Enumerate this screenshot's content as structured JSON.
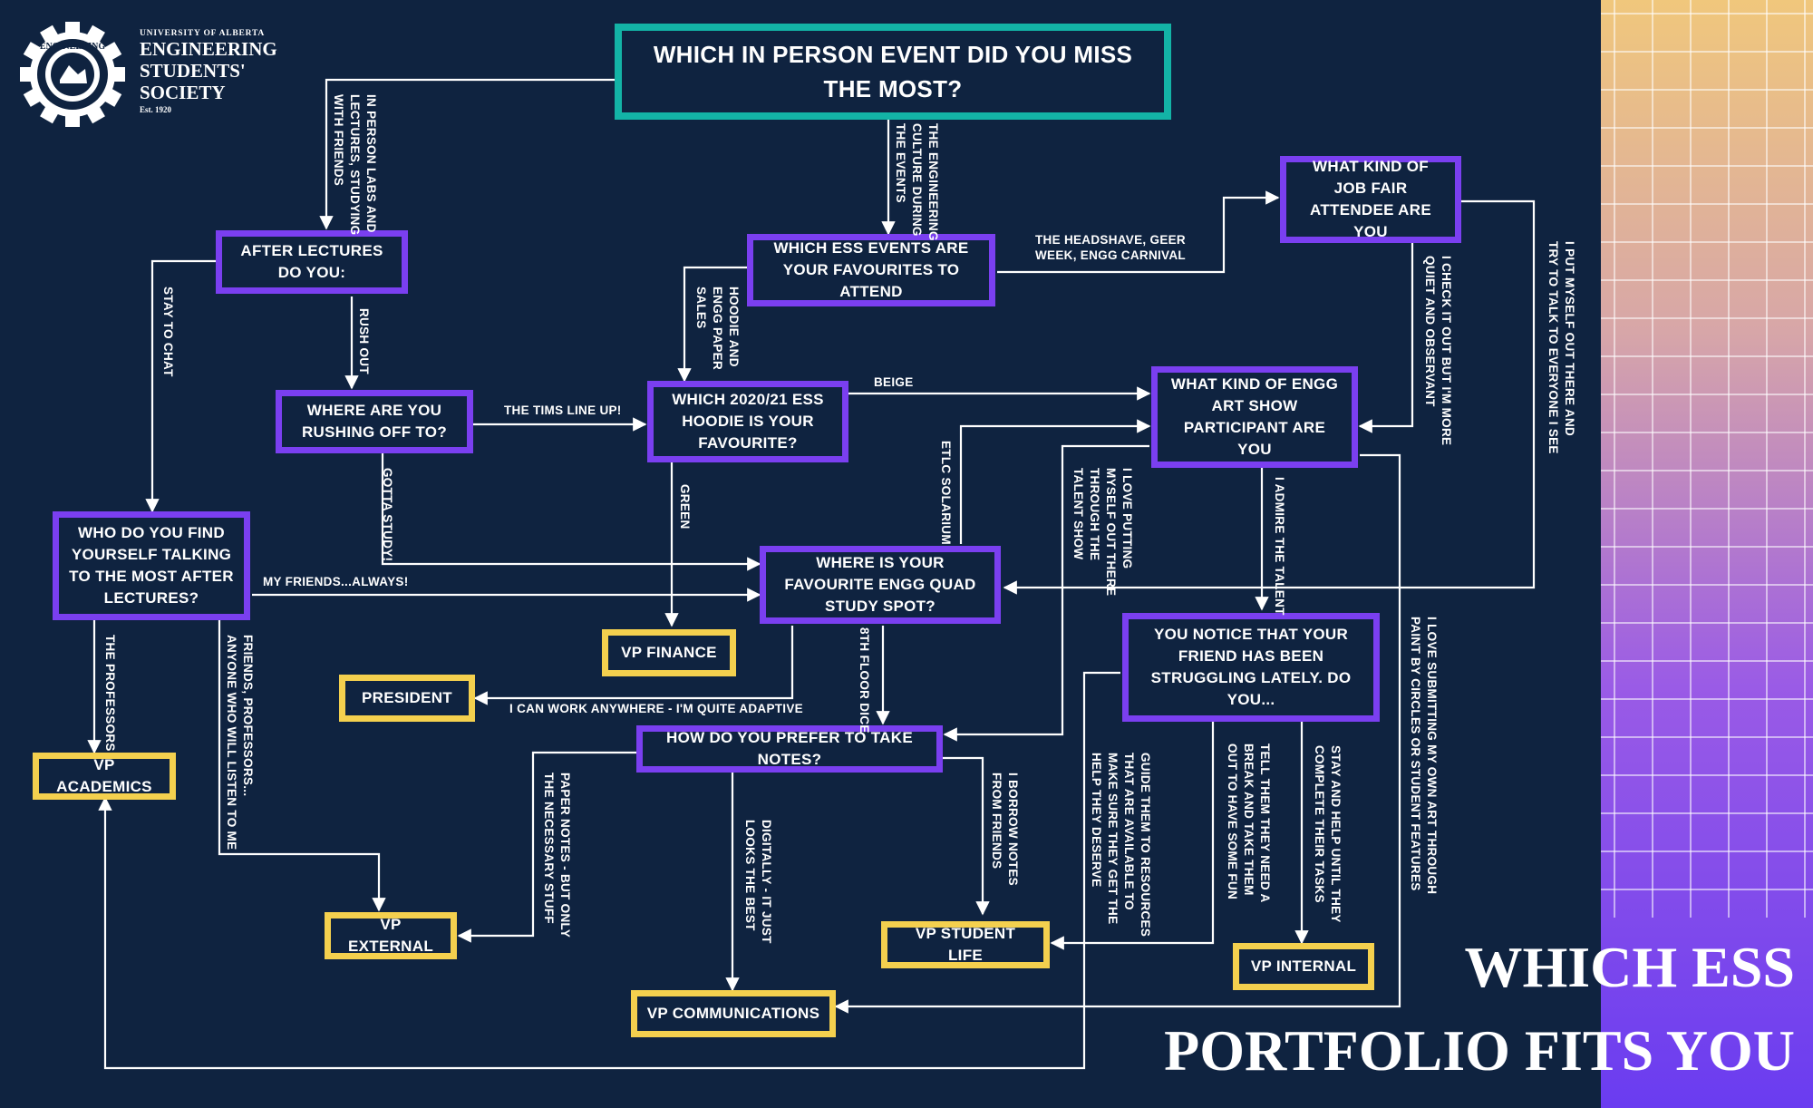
{
  "logo": {
    "gear_text": "ENGINEERING",
    "gear_monogram": "U of A",
    "university": "UNIVERSITY OF ALBERTA",
    "line1": "ENGINEERING",
    "line2": "STUDENTS'",
    "line3": "SOCIETY",
    "est": "Est. 1920"
  },
  "heading": {
    "line1": "WHICH ESS",
    "line2": "PORTFOLIO FITS YOU"
  },
  "colors": {
    "background": "#0f2340",
    "question_border": "#7a3ff0",
    "result_border": "#f4d04e",
    "title_border": "#13b3a6",
    "connector": "#ffffff"
  },
  "questions": {
    "start": "WHICH IN PERSON EVENT DID YOU MISS THE MOST?",
    "after_lectures": "AFTER LECTURES DO YOU:",
    "ess_events": "WHICH ESS EVENTS ARE YOUR FAVOURITES TO ATTEND",
    "job_fair": "WHAT KIND OF JOB FAIR ATTENDEE ARE YOU",
    "rushing": "WHERE ARE YOU RUSHING OFF TO?",
    "hoodie": "WHICH 2020/21 ESS HOODIE IS YOUR FAVOURITE?",
    "art_show": "WHAT KIND OF ENGG ART SHOW PARTICIPANT ARE YOU",
    "who_talk": "WHO DO YOU FIND YOURSELF TALKING TO THE MOST AFTER LECTURES?",
    "study_spot": "WHERE IS YOUR FAVOURITE ENGG QUAD STUDY SPOT?",
    "friend": "YOU NOTICE THAT YOUR FRIEND HAS BEEN STRUGGLING LATELY. DO YOU...",
    "notes": "HOW DO YOU PREFER TO TAKE NOTES?"
  },
  "results": {
    "finance": "VP FINANCE",
    "president": "PRESIDENT",
    "academics": "VP ACADEMICS",
    "external": "VP EXTERNAL",
    "student_life": "VP STUDENT LIFE",
    "internal": "VP INTERNAL",
    "communications": "VP COMMUNICATIONS"
  },
  "answers": {
    "labs_lectures": "IN PERSON LABS AND\nLECTURES, STUDYING\nWITH FRIENDS",
    "eng_culture": "THE ENGINEERING\nCULTURE DURING\nTHE EVENTS",
    "headshave": "THE HEADSHAVE, GEER\nWEEK, ENGG CARNIVAL",
    "hoodie_sales": "HOODIE AND\nENGG PAPER\nSALES",
    "stay_to_chat": "STAY TO CHAT",
    "rush_out": "RUSH OUT",
    "tims": "THE TIMS LINE UP!",
    "beige": "BEIGE",
    "green": "GREEN",
    "gotta_study": "GOTTA STUDY!",
    "my_friends": "MY FRIENDS...ALWAYS!",
    "etlc": "ETLC SOLARIUM",
    "putting_myself_out": "I LOVE PUTTING\nMYSELF OUT THERE\nTHROUGH THE\nTALENT SHOW",
    "check_it_out": "I CHECK IT OUT BUT I'M MORE\nQUIET AND OBSERVANT",
    "put_myself_out": "I PUT MYSELF OUT THERE AND\nTRY TO TALK TO EVERYONE I SEE",
    "admire": "I ADMIRE THE TALENT",
    "submitting_art": "I LOVE SUBMITTING MY OWN ART THROUGH\nPAINT BY CIRCLES OR STUDENT FEATURES",
    "professors": "THE PROFESSORS",
    "anyone": "FRIENDS, PROFESSORS...\nANYONE WHO WILL LISTEN TO ME",
    "work_anywhere": "I CAN WORK ANYWHERE - I'M QUITE ADAPTIVE",
    "eighth_floor": "8TH FLOOR DICE",
    "paper_notes": "PAPER NOTES - BUT ONLY\nTHE NECESSARY STUFF",
    "digitally": "DIGITALLY - IT JUST\nLOOKS THE BEST",
    "borrow": "I BORROW NOTES\nFROM FRIENDS",
    "guide": "GUIDE THEM TO RESOURCES\nTHAT ARE AVAILABLE TO\nMAKE SURE THEY GET THE\nHELP THEY DESERVE",
    "break": "TELL THEM THEY NEED A\nBREAK AND TAKE THEM\nOUT TO HAVE SOME FUN",
    "stay_help": "STAY AND HELP UNTIL THEY\nCOMPLETE THEIR TASKS"
  }
}
